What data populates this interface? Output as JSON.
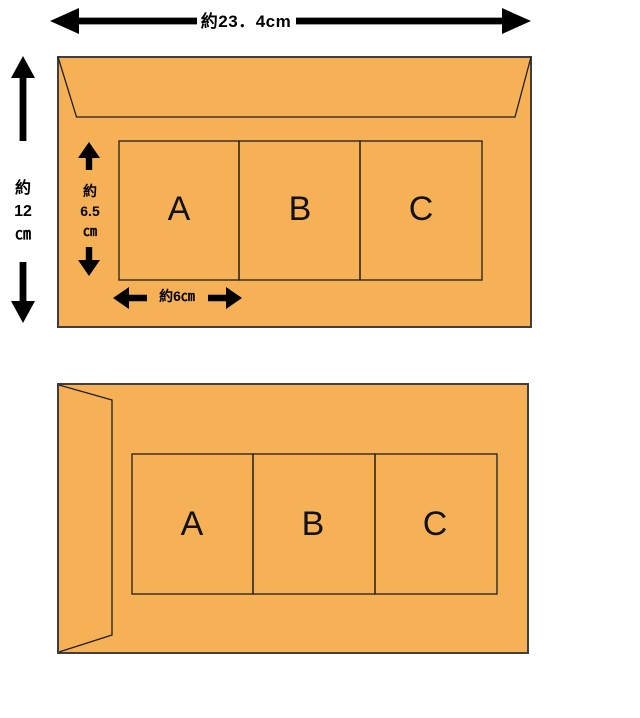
{
  "diagram_title": "envelope-and-cards-size-diagram",
  "labels": {
    "envelope_width": "約23．4cm",
    "envelope_height_lines": [
      "約",
      "12",
      "㎝"
    ],
    "card_height_lines": [
      "約",
      "6.5",
      "㎝"
    ],
    "card_width": "約6㎝"
  },
  "front_view": {
    "cards": [
      "A",
      "B",
      "C"
    ]
  },
  "back_view": {
    "cards": [
      "A",
      "B",
      "C"
    ]
  },
  "colors": {
    "background": "#FFFFFF",
    "envelope_fill": "#F6B157",
    "outline": "#1F1F1F",
    "arrow": "#000000"
  }
}
